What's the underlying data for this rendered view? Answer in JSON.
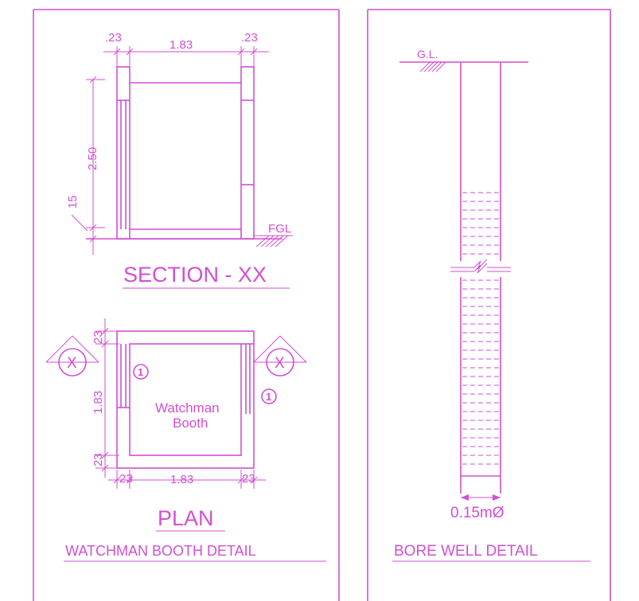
{
  "color": "#d24fd2",
  "watchman": {
    "section": {
      "dim_left": ".23",
      "dim_mid": "1.83",
      "dim_right": ".23",
      "dim_height": "2.50",
      "dim_plinth": "15",
      "fgl_label": "FGL",
      "title": "SECTION - XX"
    },
    "plan": {
      "dim_top": "23",
      "dim_side": "1.83",
      "dim_bottom": "23",
      "dim_b_left": "23",
      "dim_b_mid": "1.83",
      "dim_b_right": "23",
      "section_marker_left": "X",
      "section_marker_right": "X",
      "door_tag_1": "1",
      "door_tag_2": "1",
      "room_line1": "Watchman",
      "room_line2": "Booth",
      "title": "PLAN"
    },
    "sheet_title": "WATCHMAN BOOTH DETAIL"
  },
  "bore": {
    "gl_label": "G.L.",
    "diameter": "0.15mØ",
    "title": "BORE WELL DETAIL"
  }
}
